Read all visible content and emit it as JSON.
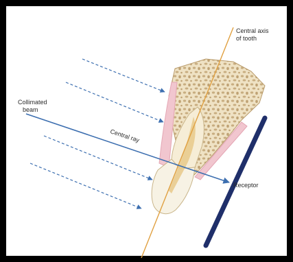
{
  "labels": {
    "central_axis_line1": "Central axis",
    "central_axis_line2": "of tooth",
    "collimated_line1": "Collimated",
    "collimated_line2": "beam",
    "central_ray": "Central ray",
    "receptor": "Receptor"
  },
  "colors": {
    "frame": "#000000",
    "axis": "#e0a040",
    "beam": "#3d6fb0",
    "receptor": "#1f2f6a",
    "bone": "#efe2c4",
    "trabecula": "#b89a6a",
    "gum": "#e4a6b4",
    "enamel": "#f7f2e4",
    "pulp": "#e8c98a"
  }
}
